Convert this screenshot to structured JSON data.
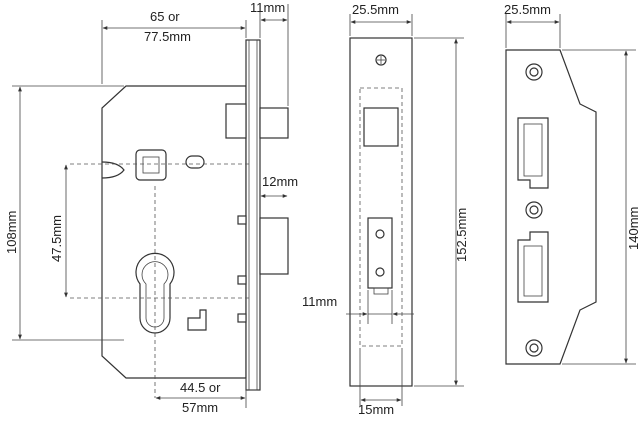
{
  "diagram": {
    "body_view": {
      "dim_width": "65 or\n77.5mm",
      "dim_width_line1": "65 or",
      "dim_width_line2": "77.5mm",
      "dim_forend_thickness": "11mm",
      "dim_deadbolt_throw": "12mm",
      "dim_height": "108mm",
      "dim_centres": "47.5mm",
      "dim_backset_line1": "44.5 or",
      "dim_backset_line2": "57mm"
    },
    "forend_view": {
      "dim_width": "25.5mm",
      "dim_height": "152.5mm",
      "dim_detail": "11mm",
      "dim_bottom": "15mm"
    },
    "strike_view": {
      "dim_width": "25.5mm",
      "dim_height": "140mm"
    }
  }
}
